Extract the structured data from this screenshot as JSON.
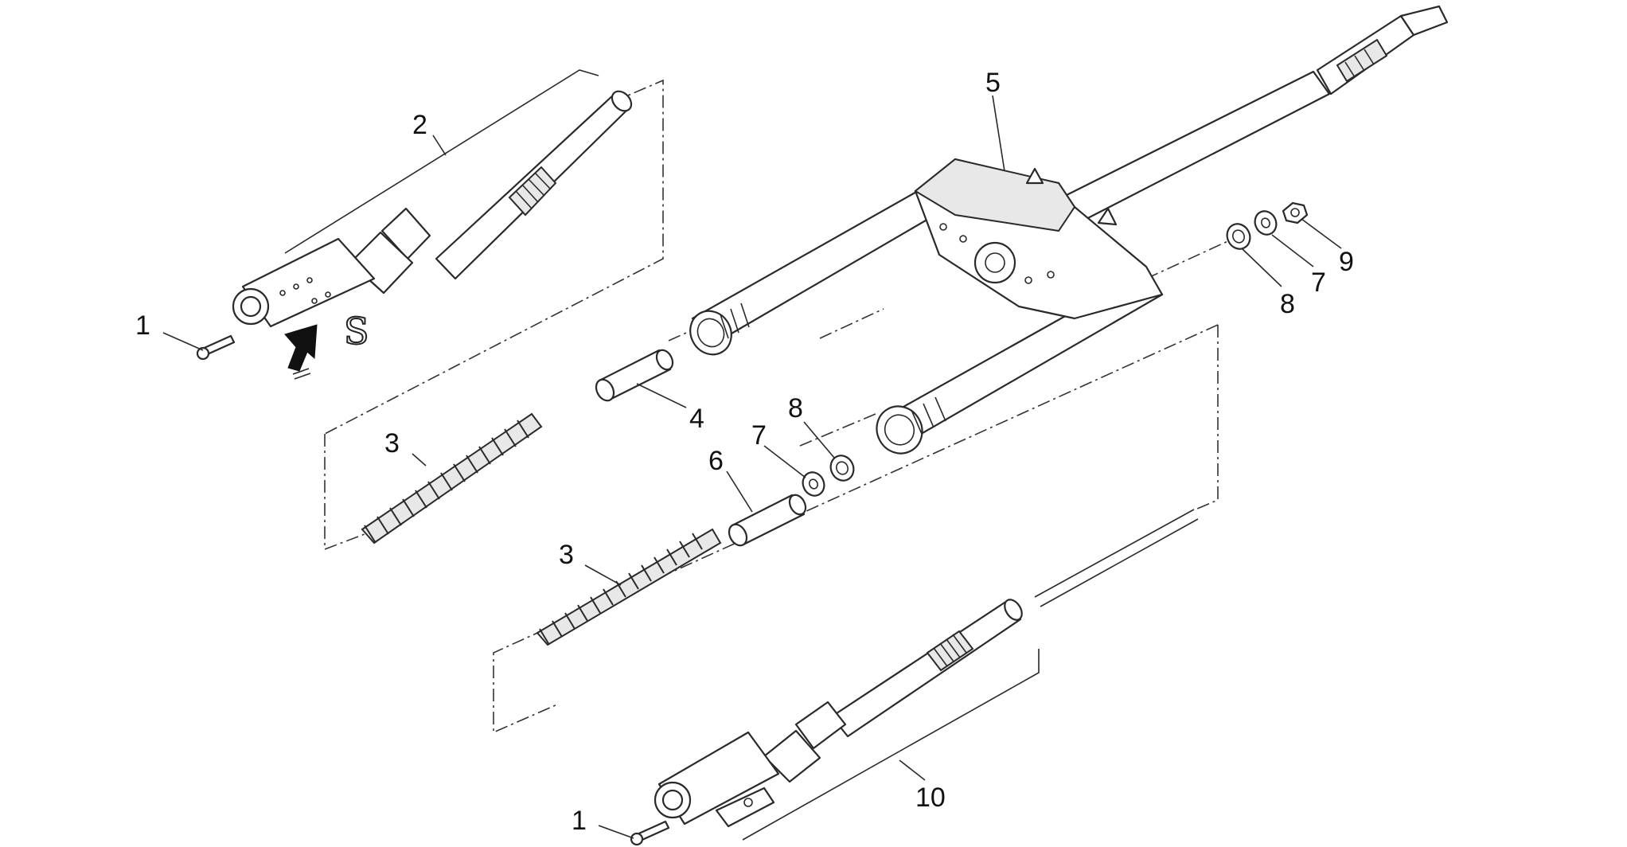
{
  "callouts": [
    {
      "id": "c1a",
      "label": "1"
    },
    {
      "id": "c2",
      "label": "2"
    },
    {
      "id": "c3a",
      "label": "3"
    },
    {
      "id": "c4",
      "label": "4"
    },
    {
      "id": "c5",
      "label": "5"
    },
    {
      "id": "c6",
      "label": "6"
    },
    {
      "id": "c7a",
      "label": "7"
    },
    {
      "id": "c8a",
      "label": "8"
    },
    {
      "id": "c3b",
      "label": "3"
    },
    {
      "id": "c8b",
      "label": "8"
    },
    {
      "id": "c7b",
      "label": "7"
    },
    {
      "id": "c9",
      "label": "9"
    },
    {
      "id": "c10",
      "label": "10"
    },
    {
      "id": "c1b",
      "label": "1"
    }
  ],
  "symbols": {
    "lubricate": "S",
    "arrow_icon": "up-arrow-icon"
  },
  "colors": {
    "line": "#2a2a2a",
    "background": "#ffffff"
  }
}
